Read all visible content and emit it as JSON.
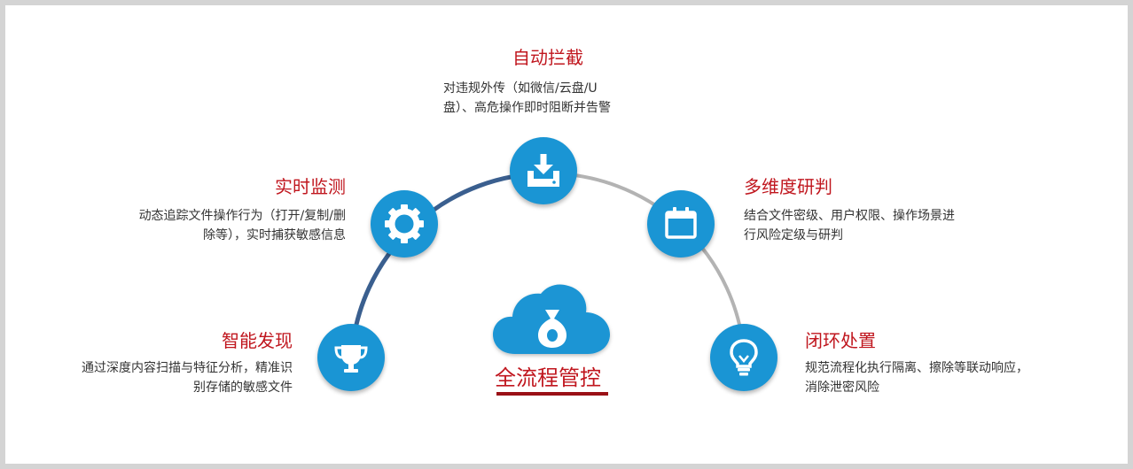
{
  "colors": {
    "accent_blue": "#1a95d4",
    "arc_dark": "#3a5f8f",
    "arc_gray": "#b3b3b3",
    "title_red": "#c0161e",
    "underline_red": "#9a1016"
  },
  "center": {
    "title": "全流程管控",
    "icon": "cloud-money-bag-icon"
  },
  "stages": [
    {
      "id": "discover",
      "title": "智能发现",
      "desc_lines": [
        "通过深度内容扫描与特征分析，精准识",
        "别存储的敏感文件"
      ],
      "icon": "trophy-icon"
    },
    {
      "id": "monitor",
      "title": "实时监测",
      "desc_lines": [
        "动态追踪文件操作行为（打开/复制/删",
        "除等），实时捕获敏感信息"
      ],
      "icon": "gear-icon"
    },
    {
      "id": "block",
      "title": "自动拦截",
      "desc_lines": [
        "对违规外传（如微信/云盘/U",
        "盘）、高危操作即时阻断并告警"
      ],
      "icon": "download-tray-icon"
    },
    {
      "id": "assess",
      "title": "多维度研判",
      "desc_lines": [
        "结合文件密级、用户权限、操作场景进",
        "行风险定级与研判"
      ],
      "icon": "calendar-icon"
    },
    {
      "id": "respond",
      "title": "闭环处置",
      "desc_lines": [
        "规范流程化执行隔离、擦除等联动响应，",
        "消除泄密风险"
      ],
      "icon": "lightbulb-icon"
    }
  ]
}
